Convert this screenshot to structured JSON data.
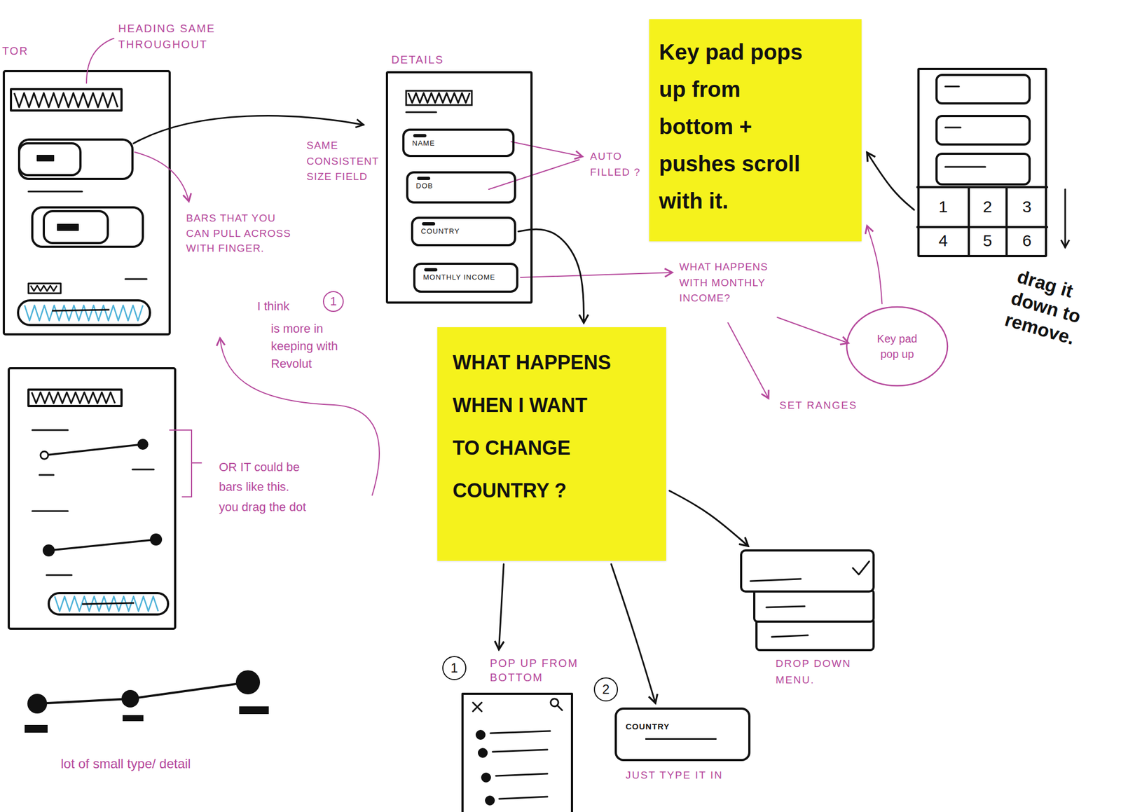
{
  "diagram": {
    "nodes": [
      {
        "text": [
          "DETAILS"
        ]
      },
      {
        "text": [
          "NAME"
        ],
        "in": 0
      },
      {
        "text": [
          "DOB"
        ],
        "in": 0
      },
      {
        "text": [
          "COUNTRY"
        ],
        "in": 0
      },
      {
        "text": [
          "MONTHLY INCOME"
        ],
        "in": 0
      },
      {
        "text": [
          "Key pad pops up from bottom + pushes scroll with it."
        ]
      },
      {
        "text": [
          "1",
          "2",
          "3",
          "4",
          "5",
          "6"
        ]
      },
      {
        "text": [
          "Key pad pop up"
        ]
      },
      {
        "text": [
          "WHAT HAPPENS WHEN I WANT TO CHANGE COUNTRY ?"
        ]
      },
      {
        "text": [
          "POP UP FROM BOTTOM"
        ]
      },
      {
        "text": [
          "COUNTRY"
        ]
      },
      {
        "text": [
          "DROP DOWN MENU."
        ]
      }
    ],
    "edges": [
      {
        "from": 3,
        "to": 8,
        "arrow": "to"
      },
      {
        "from": 6,
        "to": 5,
        "arrow": "to"
      },
      {
        "from": 7,
        "to": 5,
        "arrow": "to"
      },
      {
        "from": 8,
        "to": 9,
        "arrow": "to"
      },
      {
        "from": 8,
        "to": 10,
        "arrow": "to"
      },
      {
        "from": 8,
        "to": 11,
        "arrow": "to"
      }
    ],
    "labels": [
      "TOR",
      "HEADING SAME THROUGHOUT",
      "SAME CONSISTENT SIZE FIELD",
      "AUTO FILLED ?",
      "BARS THAT YOU CAN PULL ACROSS WITH FINGER.",
      "WHAT HAPPENS WITH MONTHLY INCOME?",
      "SET RANGES",
      "drag it down to remove.",
      "I think",
      "1",
      "is more in keeping with Revolut",
      "OR IT could be bars like this. you drag the dot",
      "lot of small type/ detail",
      "1",
      "2",
      "JUST TYPE IT IN"
    ]
  }
}
